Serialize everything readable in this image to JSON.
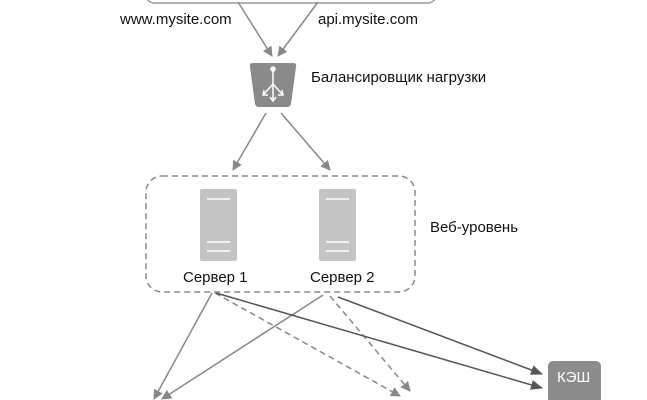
{
  "domains": {
    "www": "www.mysite.com",
    "api": "api.mysite.com"
  },
  "load_balancer": {
    "label": "Балансировщик нагрузки"
  },
  "web_tier": {
    "label": "Веб-уровень",
    "servers": [
      {
        "label": "Сервер 1"
      },
      {
        "label": "Сервер 2"
      }
    ]
  },
  "cache": {
    "label": "КЭШ"
  },
  "colors": {
    "icon": "#c4c4c4",
    "lb": "#8a8a8a",
    "cache": "#8c8c8c",
    "arrow": "#888888",
    "arrow_dark": "#5a5a5a"
  }
}
